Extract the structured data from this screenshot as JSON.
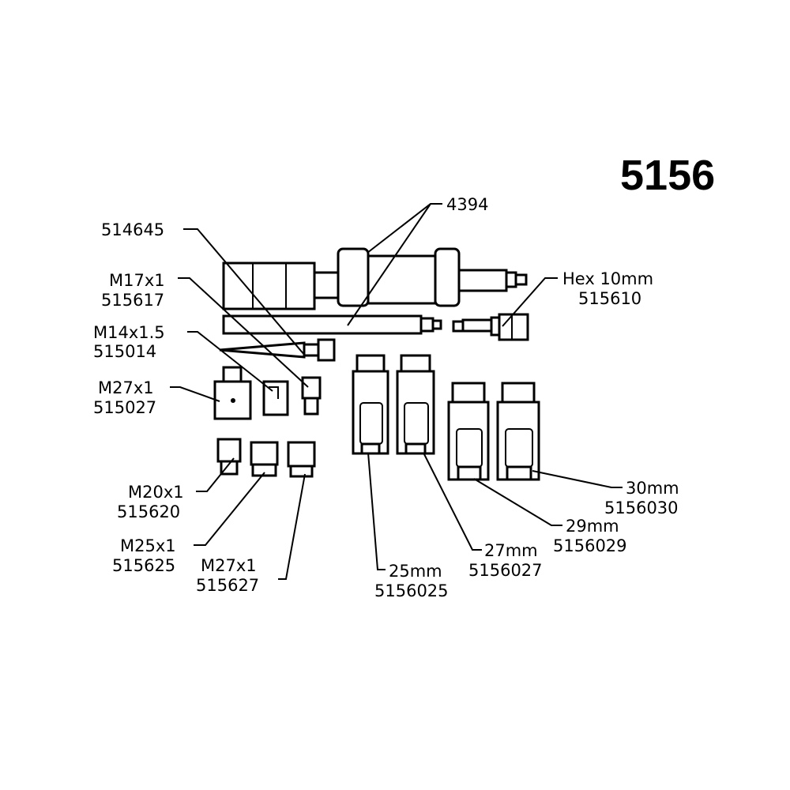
{
  "title": "5156",
  "labels": {
    "l4394": "4394",
    "l514645": "514645",
    "m17_name": "M17x1",
    "m17_code": "515617",
    "m14_name": "M14x1.5",
    "m14_code": "515014",
    "m27a_name": "M27x1",
    "m27a_code": "515027",
    "hex_name": "Hex 10mm",
    "hex_code": "515610",
    "m20_name": "M20x1",
    "m20_code": "515620",
    "m25_name": "M25x1",
    "m25_code": "515625",
    "m27b_name": "M27x1",
    "m27b_code": "515627",
    "s25_name": "25mm",
    "s25_code": "5156025",
    "s27_name": "27mm",
    "s27_code": "5156027",
    "s29_name": "29mm",
    "s29_code": "5156029",
    "s30_name": "30mm",
    "s30_code": "5156030"
  }
}
